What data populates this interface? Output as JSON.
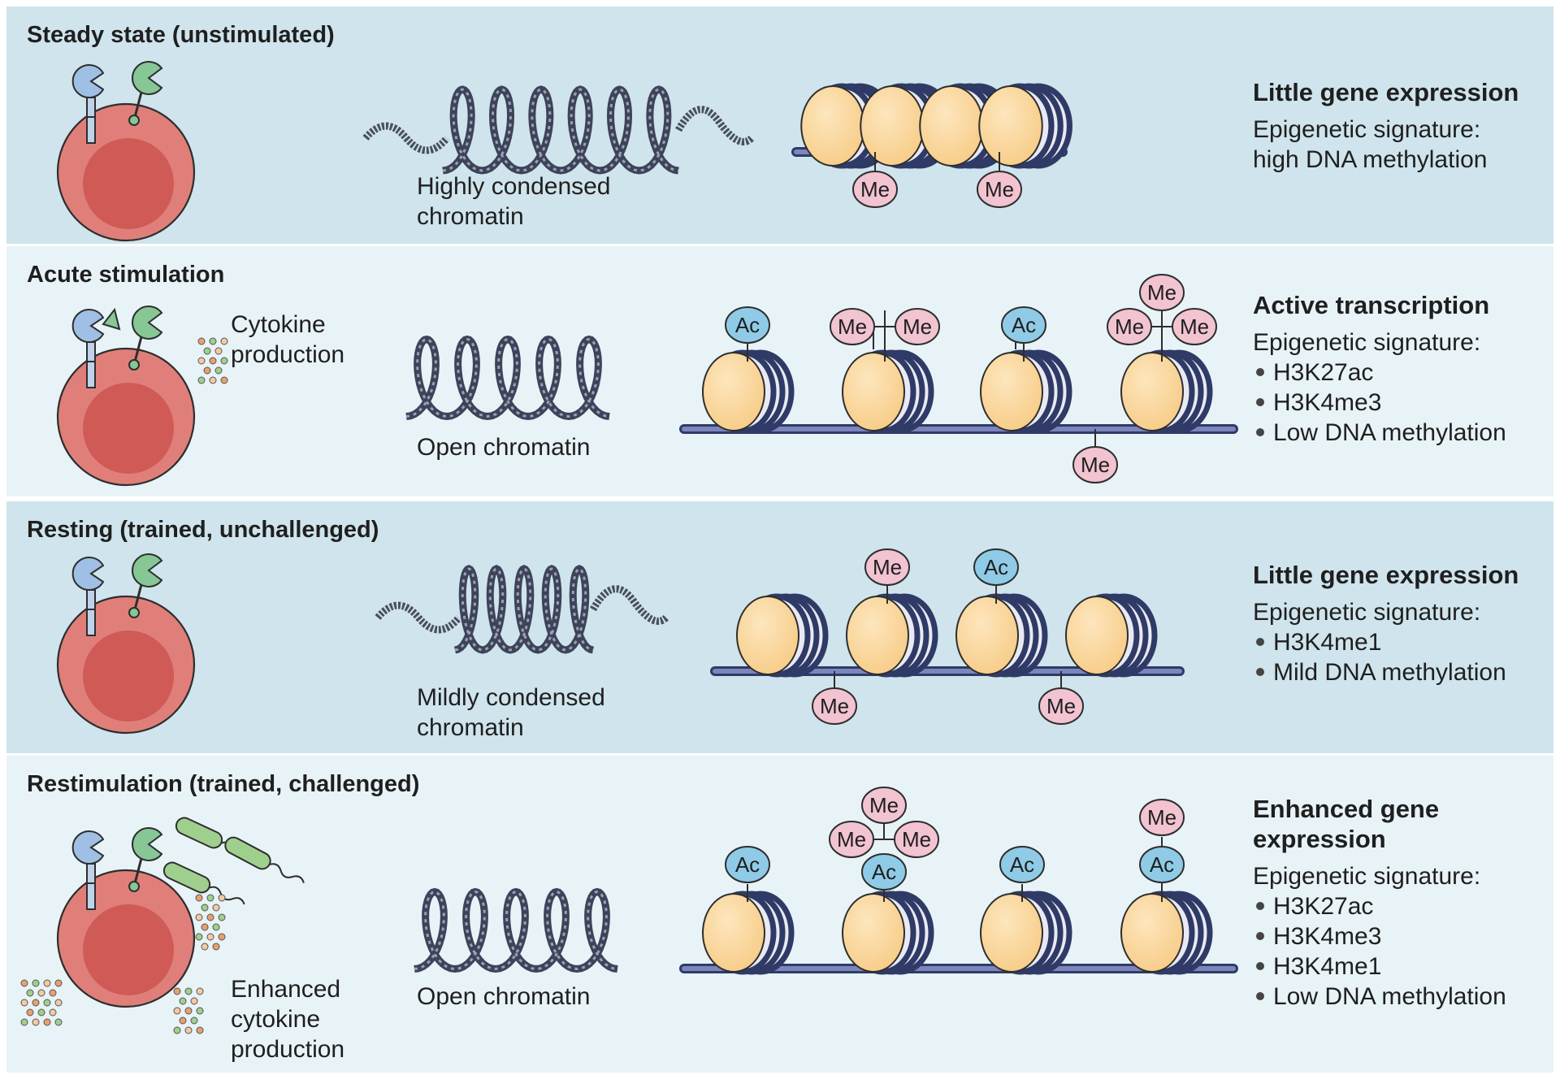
{
  "panels": [
    {
      "title": "Steady state (unstimulated)",
      "cell_label": [],
      "chromatin_label": [
        "Highly condensed",
        "chromatin"
      ],
      "summary_heading": [
        "Little gene expression"
      ],
      "summary_lines": [
        "Epigenetic signature:",
        "high DNA methylation"
      ],
      "bullets": []
    },
    {
      "title": "Acute stimulation",
      "cell_label": [
        "Cytokine",
        "production"
      ],
      "chromatin_label": [
        "Open chromatin"
      ],
      "summary_heading": [
        "Active transcription"
      ],
      "summary_lines": [
        "Epigenetic signature:"
      ],
      "bullets": [
        "H3K27ac",
        "H3K4me3",
        "Low DNA methylation"
      ]
    },
    {
      "title": "Resting (trained, unchallenged)",
      "cell_label": [],
      "chromatin_label": [
        "Mildly condensed",
        "chromatin"
      ],
      "summary_heading": [
        "Little gene expression"
      ],
      "summary_lines": [
        "Epigenetic signature:"
      ],
      "bullets": [
        "H3K4me1",
        "Mild DNA methylation"
      ]
    },
    {
      "title": "Restimulation (trained, challenged)",
      "cell_label": [
        "Enhanced",
        "cytokine",
        "production"
      ],
      "chromatin_label": [
        "Open chromatin"
      ],
      "summary_heading": [
        "Enhanced gene",
        "expression"
      ],
      "summary_lines": [
        "Epigenetic signature:"
      ],
      "bullets": [
        "H3K27ac",
        "H3K4me3",
        "H3K4me1",
        "Low DNA methylation"
      ]
    }
  ],
  "marks": {
    "methyl": "Me",
    "acetyl": "Ac"
  },
  "colors": {
    "panel_dark": "#cfe4ec",
    "panel_light": "#e8f3f7",
    "cell": "#e07f79",
    "nucleus": "#cf5a56",
    "nucleosome": "#fbd9a0",
    "dna": "#2f3b66",
    "methyl_mark": "#f2c3d1",
    "acetyl_mark": "#8fcbe6",
    "receptor_blue": "#9fbfe4",
    "receptor_green": "#86c795",
    "bacteria": "#9fcf8d"
  }
}
